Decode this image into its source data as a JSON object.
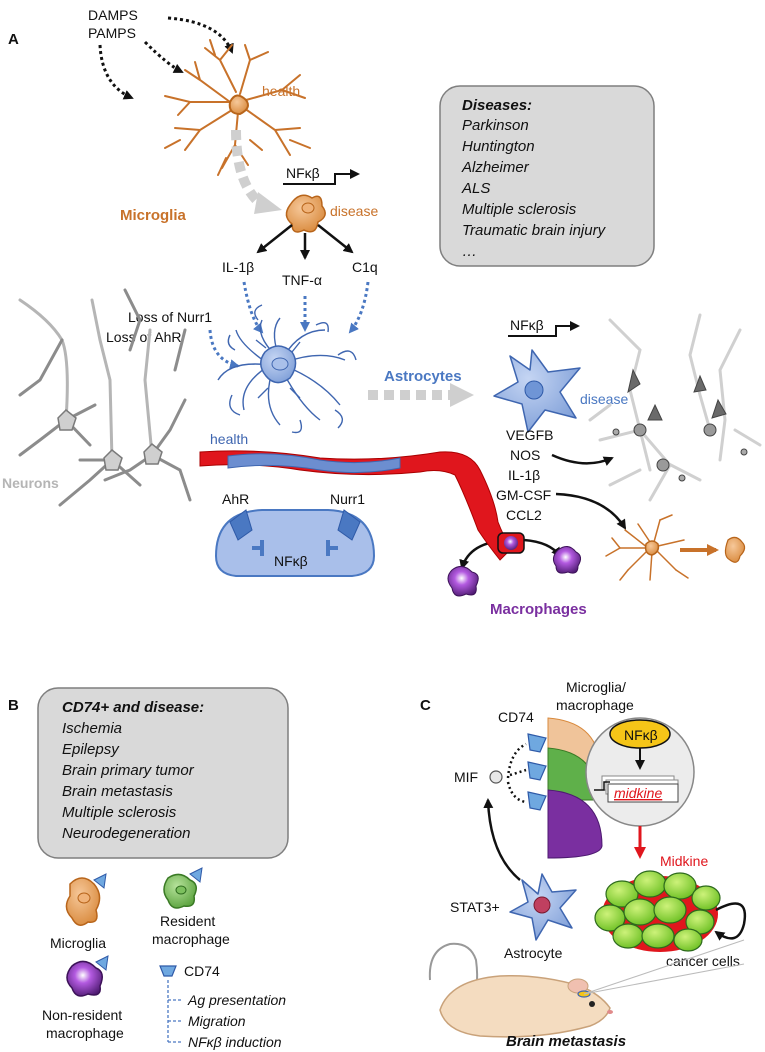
{
  "panel_a": {
    "label": "A",
    "damps": "DAMPS",
    "pamps": "PAMPS",
    "health_microglia": "health",
    "microglia_label": "Microglia",
    "nfkb_microglia": "NFκβ",
    "disease_microglia": "disease",
    "cytokines": [
      "IL-1β",
      "TNF-α",
      "C1q"
    ],
    "loss_nurr1": "Loss of Nurr1",
    "loss_ahr": "Loss of AhR",
    "astrocytes_label": "Astrocytes",
    "nfkb_astro": "NFκβ",
    "disease_astro": "disease",
    "health_astro": "health",
    "neurons_label": "Neurons",
    "astro_factors": [
      "VEGFB",
      "NOS",
      "IL-1β",
      "GM-CSF",
      "CCL2"
    ],
    "ahr": "AhR",
    "nurr1": "Nurr1",
    "nfkb_nucleus": "NFκβ",
    "macrophages_label": "Macrophages",
    "diseases_title": "Diseases:",
    "diseases": [
      "Parkinson",
      "Huntington",
      "Alzheimer",
      "ALS",
      "Multiple sclerosis",
      "Traumatic brain injury",
      "…"
    ]
  },
  "panel_b": {
    "label": "B",
    "box_title": "CD74+ and disease:",
    "box_items": [
      "Ischemia",
      "Epilepsy",
      "Brain primary tumor",
      "Brain metastasis",
      "Multiple sclerosis",
      "Neurodegeneration"
    ],
    "microglia": "Microglia",
    "resident_1": "Resident",
    "resident_2": "macrophage",
    "nonresident_1": "Non-resident",
    "nonresident_2": "macrophage",
    "cd74": "CD74",
    "cd74_functions": [
      "Ag presentation",
      "Migration",
      "NFκβ induction"
    ]
  },
  "panel_c": {
    "label": "C",
    "microglia_1": "Microglia/",
    "microglia_2": "macrophage",
    "cd74": "CD74",
    "mif": "MIF",
    "nfkb": "NFκβ",
    "midkine_gene": "midkine",
    "midkine": "Midkine",
    "stat3": "STAT3+",
    "astrocyte": "Astrocyte",
    "cancer_cells": "cancer cells",
    "brain_metastasis": "Brain metastasis"
  },
  "colors": {
    "microglia": "#d98a3d",
    "microglia_dark": "#b8651b",
    "astro": "#7f9fd8",
    "astro_dark": "#3f66b0",
    "neuron": "#8c8c8c",
    "vessel": "#e0161d",
    "macrophage": "#7a2fa0",
    "gray_box": "#d9d9d9",
    "cancer": "#8ed23b",
    "resident": "#6db54c"
  }
}
